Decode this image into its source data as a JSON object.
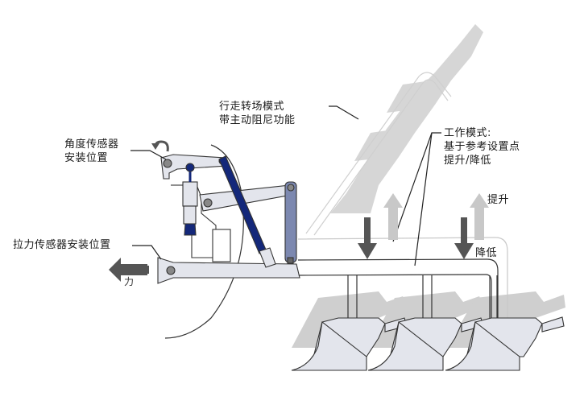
{
  "diagram": {
    "title": "Tractor hitch control modes",
    "colors": {
      "frame_fill": "#e3e5ec",
      "outline": "#333333",
      "navy": "#14287a",
      "link_blue": "#7c88b0",
      "ghost_gray": "#d4d4d4",
      "arrow_dark": "#555555",
      "arrow_light": "#c8c8c8"
    }
  },
  "labels": {
    "angle_sensor": [
      "角度传感器",
      "安装位置"
    ],
    "transport_mode": [
      "行走转场模式",
      "带主动阻尼功能"
    ],
    "work_mode": [
      "工作模式:",
      "基于参考设置点",
      "提升/降低"
    ],
    "draft_sensor": "拉力传感器安装位置",
    "force": "力",
    "raise": "提升",
    "lower": "降低"
  },
  "icons": {
    "rotation": "rotate-arrow-icon",
    "force": "left-arrow-icon",
    "raise": "up-arrow-icon",
    "lower": "down-arrow-icon"
  }
}
